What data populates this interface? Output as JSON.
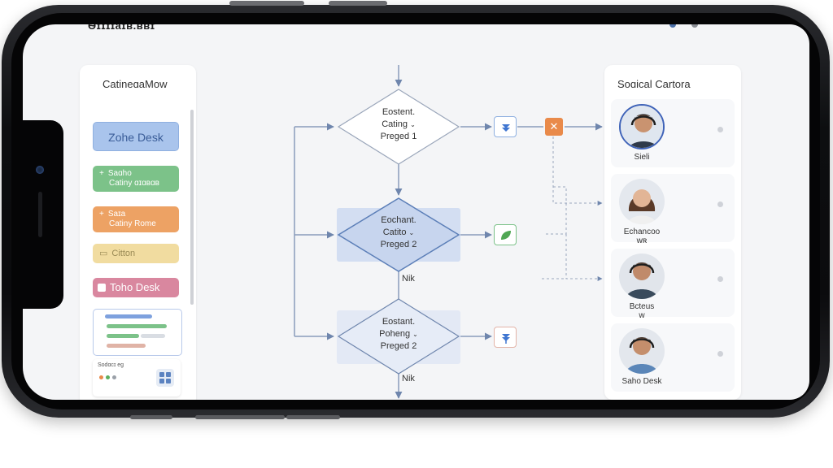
{
  "status_bar": {
    "text": "Ѳɪɪɪɪaɪʙ.ʙʙɪ"
  },
  "left_panel": {
    "title": "CatineɑaMow",
    "items": [
      {
        "label": "Zohe Desk",
        "color": "#a9c4ec"
      },
      {
        "line1": "Saɑho",
        "line2": "Catiny ɑɪɑʙɑʙ",
        "color": "#7cc289"
      },
      {
        "line1": "Saɪa",
        "line2": "Catiny Rome",
        "color": "#eda264"
      },
      {
        "label": "Citton",
        "color": "#f1dca0"
      },
      {
        "label": "Toho Desk",
        "color": "#d9879f"
      }
    ],
    "bottom_card_label": "Sodɑcɪ eg"
  },
  "flowchart": {
    "diamonds": [
      {
        "line1": "Eostent.",
        "line2": "Cating",
        "line3": "Preged 1"
      },
      {
        "line1": "Eochant.",
        "line2": "Catito",
        "line3": "Preged 2"
      },
      {
        "line1": "Eostant.",
        "line2": "Poheng",
        "line3": "Preged 2"
      }
    ],
    "branch_labels": [
      "Nik",
      "Nik"
    ]
  },
  "right_panel": {
    "title": "Soɑical Cartora",
    "agents": [
      {
        "label": "Sieli"
      },
      {
        "label": "Echancoo",
        "sub": "ᴡʀ"
      },
      {
        "label": "Bcteus",
        "sub": "ᴡ"
      },
      {
        "label": "Saho Desk"
      }
    ]
  },
  "colors": {
    "accent": "#5c7fb8",
    "diamond_highlight": "#c7d5ee",
    "orange_node": "#e98a4a",
    "green_node": "#5cae5e"
  }
}
